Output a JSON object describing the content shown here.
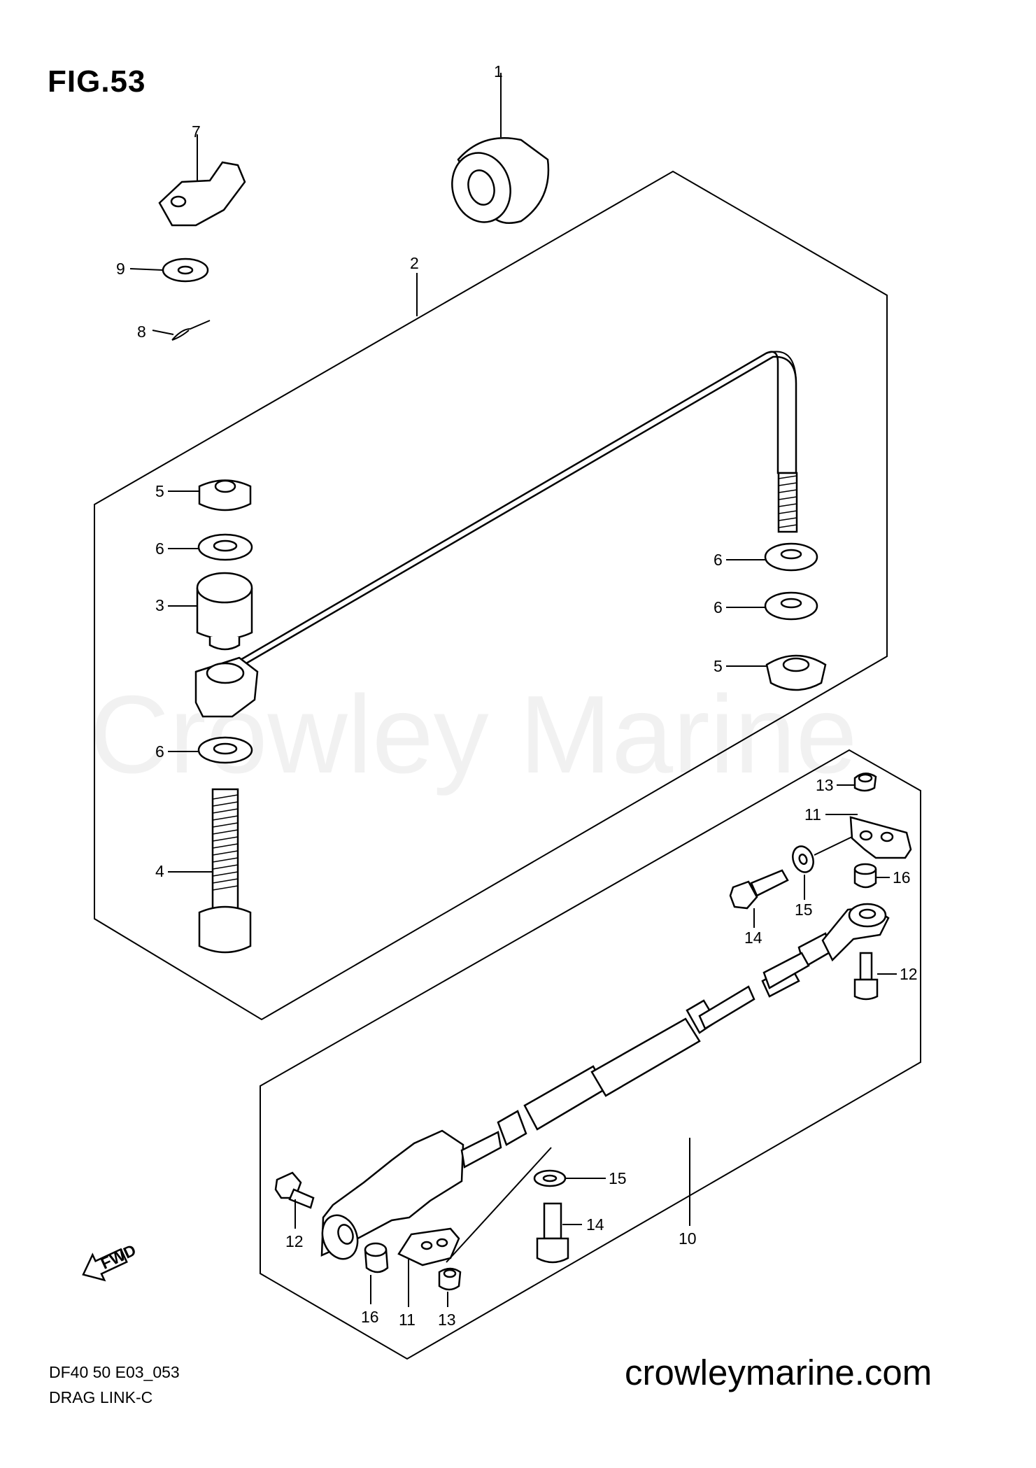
{
  "figure": {
    "title": "FIG.53"
  },
  "watermark": "Crowley Marine",
  "footer": {
    "code": "DF40 50 E03_053",
    "name": "DRAG LINK-C",
    "website": "crowleymarine.com"
  },
  "fwd_label": "FWD",
  "callouts": {
    "c1": "1",
    "c2": "2",
    "c3": "3",
    "c4": "4",
    "c5a": "5",
    "c5b": "5",
    "c6a": "6",
    "c6b": "6",
    "c6c": "6",
    "c6d": "6",
    "c7": "7",
    "c8": "8",
    "c9": "9",
    "c10": "10",
    "c11a": "11",
    "c11b": "11",
    "c12a": "12",
    "c12b": "12",
    "c13a": "13",
    "c13b": "13",
    "c14a": "14",
    "c14b": "14",
    "c15a": "15",
    "c15b": "15",
    "c16a": "16",
    "c16b": "16"
  }
}
